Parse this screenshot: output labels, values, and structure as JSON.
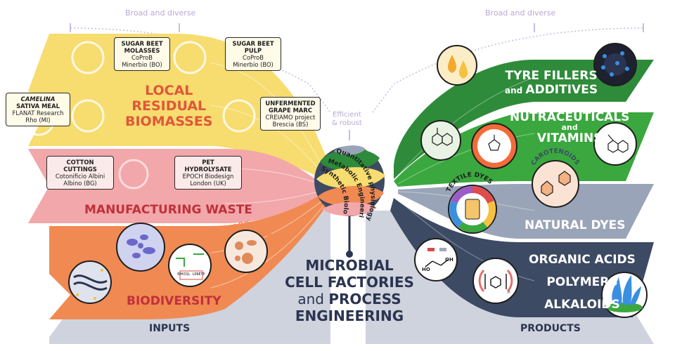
{
  "top": {
    "left_caption": "Broad and diverse",
    "right_caption": "Broad and diverse",
    "center_caption_line1": "Efficient",
    "center_caption_line2": "& robust"
  },
  "inputs": {
    "local": {
      "title_line1": "LOCAL",
      "title_line2": "RESIDUAL",
      "title_line3": "BIOMASSES",
      "color": "#f7dc6f",
      "cards": [
        {
          "line1": "SUGAR BEET",
          "line2": "MOLASSES",
          "line3": "CoProB",
          "line4": "Minerbio (BO)"
        },
        {
          "line1": "SUGAR BEET",
          "line2": "PULP",
          "line3": "CoProB",
          "line4": "Minerbio (BO)"
        },
        {
          "line1": "CAMELINA",
          "line2": "SATIVA MEAL",
          "line3": "FLANAT Research",
          "line4": "Rho (MI)"
        },
        {
          "line1": "UNFERMENTED",
          "line2": "GRAPE MARC",
          "line3": "CREIAMO project",
          "line4": "Brescia (BS)"
        }
      ]
    },
    "manufacturing": {
      "title": "MANUFACTURING WASTE",
      "color": "#f2a7aa",
      "cards": [
        {
          "line1": "COTTON",
          "line2": "CUTTINGS",
          "line3": "Cotonificio Albini",
          "line4": "Albino (BG)"
        },
        {
          "line1": "PET",
          "line2": "HYDROLYSATE",
          "line3": "EPOCH Biodesign",
          "line4": "London (UK)"
        }
      ]
    },
    "biodiversity": {
      "title": "BIODIVERSITY",
      "color": "#f08a52",
      "badge": "MICROORGANISMS",
      "seq_text": "RHKIQL LDNETP"
    },
    "footer": "INPUTS"
  },
  "center": {
    "ring_labels": [
      "Quantitative physiology",
      "Metabolic Engineering",
      "Synthetic Biology"
    ],
    "title_line1": "MICROBIAL",
    "title_line2": "CELL FACTORIES",
    "title_line3_pre": "and ",
    "title_line3_bold": "PROCESS",
    "title_line4": "ENGINEERING"
  },
  "products": {
    "tyre": {
      "line1": "TYRE FILLERS",
      "line2_pre": "and ",
      "line2": "ADDITIVES",
      "color": "#2e8b3a"
    },
    "nutra": {
      "line1": "NUTRACEUTICALS",
      "line2": "and",
      "line3": "VITAMINS",
      "color": "#3aa83e",
      "badge": "CAROTENOIDS"
    },
    "dyes": {
      "title": "NATURAL DYES",
      "badge": "TEXTILE DYES",
      "color": "#9aa4b8"
    },
    "acids": {
      "line1": "ORGANIC ACIDS",
      "line2": "POLYMERS",
      "line3": "ALKALOIDS",
      "color": "#3d4a63",
      "chem_ho": "HO",
      "chem_oh": "OH",
      "chem_n": "n"
    },
    "footer": "PRODUCTS"
  }
}
